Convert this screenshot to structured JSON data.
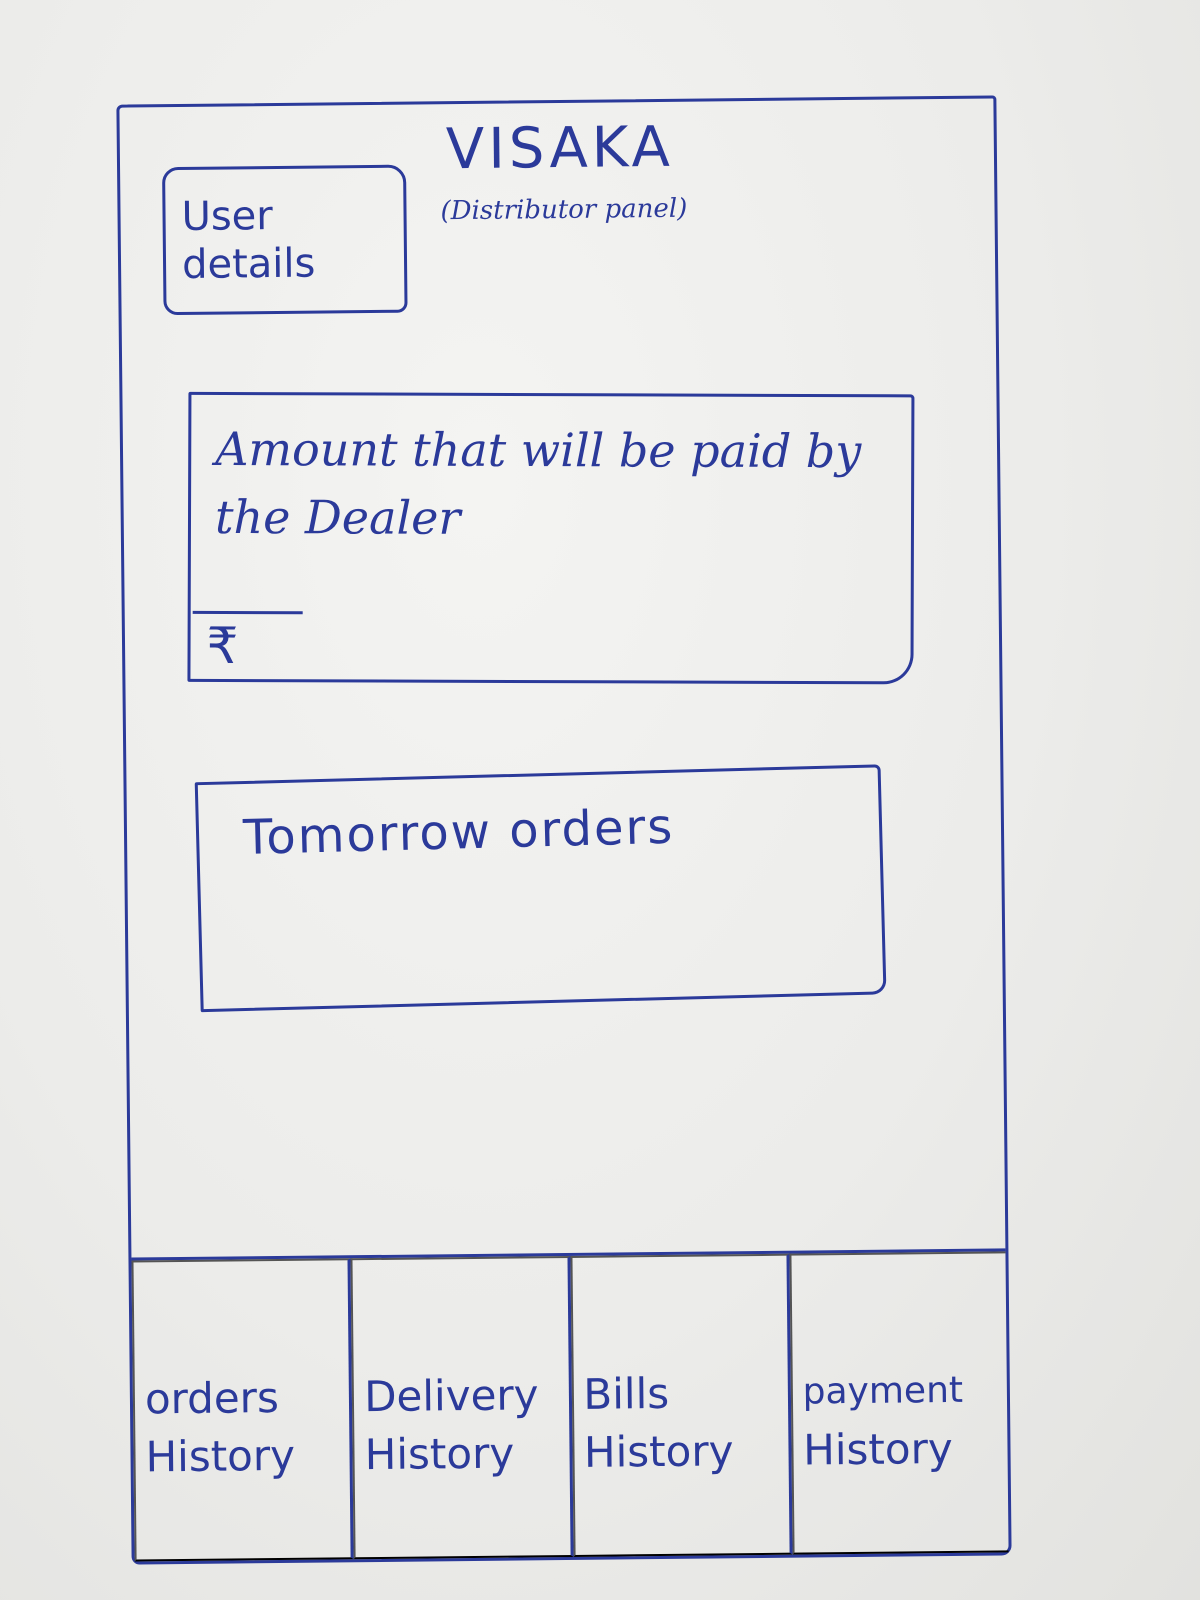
{
  "app": {
    "title": "VISAKA",
    "subtitle": "(Distributor panel)"
  },
  "header": {
    "user_details_line1": "User",
    "user_details_line2": "details"
  },
  "amount_card": {
    "label": "Amount that will be paid by the Dealer",
    "currency_symbol": "₹"
  },
  "tomorrow_card": {
    "label": "Tomorrow orders"
  },
  "bottom_nav": {
    "tabs": [
      {
        "line1": "orders",
        "line2": "History"
      },
      {
        "line1": "Delivery",
        "line2": "History"
      },
      {
        "line1": "Bills",
        "line2": "History"
      },
      {
        "line1": "payment",
        "line2": "History"
      }
    ]
  },
  "colors": {
    "ink": "#2b3a9a",
    "paper": "#eeeeec"
  }
}
